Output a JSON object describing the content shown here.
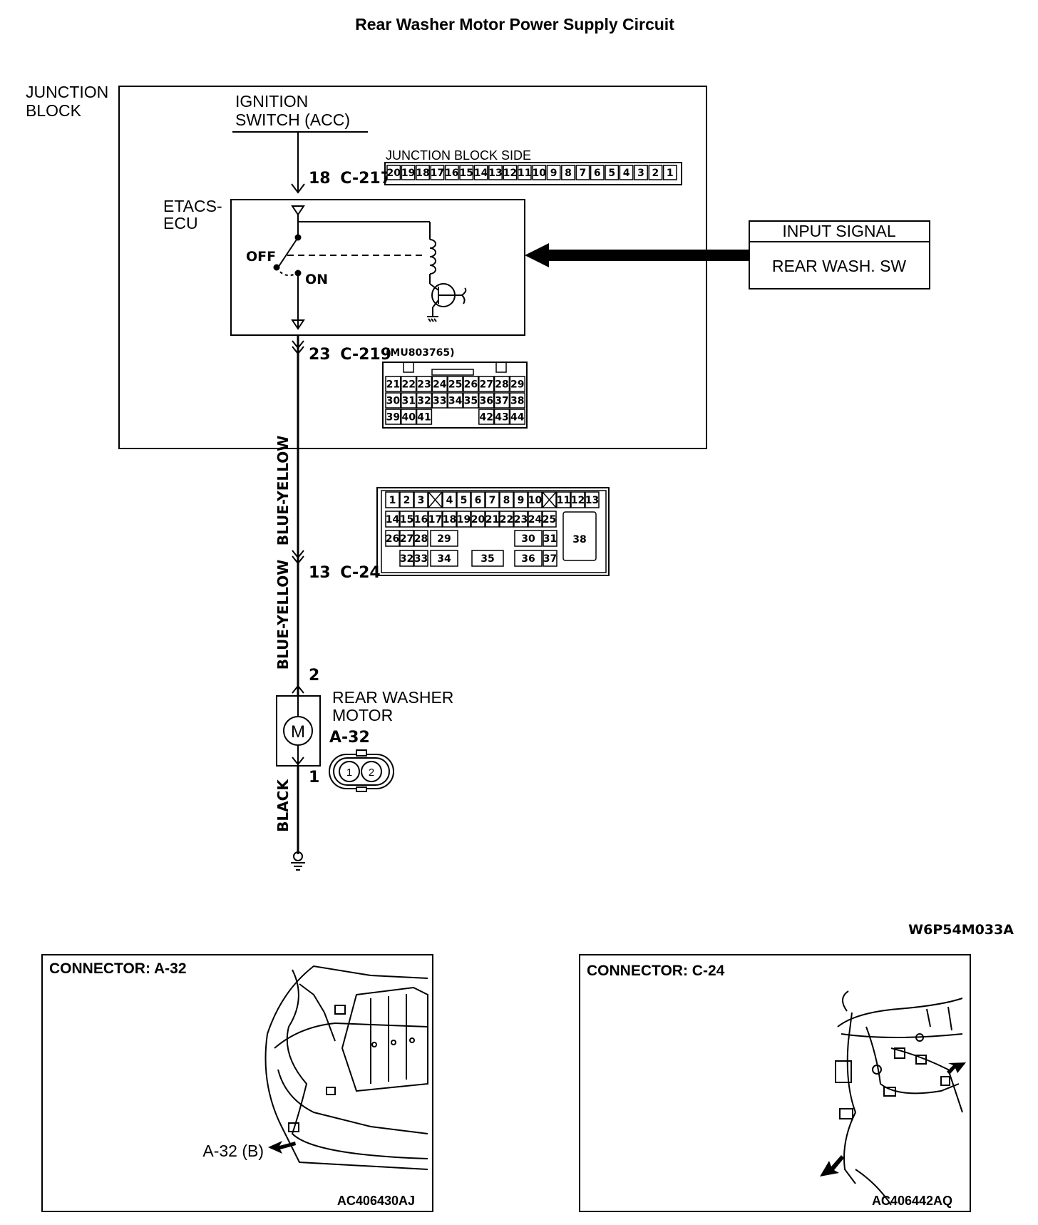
{
  "title": "Rear Washer Motor Power Supply Circuit",
  "junction_block": {
    "line1": "JUNCTION",
    "line2": "BLOCK"
  },
  "ignition": {
    "line1": "IGNITION",
    "line2": "SWITCH (ACC)"
  },
  "jb_side_label": "JUNCTION BLOCK SIDE",
  "c217": {
    "pin": "18",
    "connector": "C-217",
    "cells": [
      "20",
      "19",
      "18",
      "17",
      "16",
      "15",
      "14",
      "13",
      "12",
      "11",
      "10",
      "9",
      "8",
      "7",
      "6",
      "5",
      "4",
      "3",
      "2",
      "1"
    ]
  },
  "etacs": {
    "line1": "ETACS-",
    "line2": "ECU",
    "off": "OFF",
    "on": "ON"
  },
  "input_signal": {
    "header": "INPUT SIGNAL",
    "body": "REAR WASH. SW"
  },
  "c219": {
    "pin": "23",
    "connector": "C-219",
    "part": "(MU803765)",
    "rows": [
      [
        "21",
        "22",
        "23",
        "24",
        "25",
        "26",
        "27",
        "28",
        "29"
      ],
      [
        "30",
        "31",
        "32",
        "33",
        "34",
        "35",
        "36",
        "37",
        "38"
      ],
      [
        "39",
        "40",
        "41",
        "",
        "",
        "",
        "42",
        "43",
        "44"
      ]
    ]
  },
  "wire1": "BLUE-YELLOW",
  "c24": {
    "pin": "13",
    "connector": "C-24",
    "row1": [
      "1",
      "2",
      "3",
      "X",
      "4",
      "5",
      "6",
      "7",
      "8",
      "9",
      "10",
      "X",
      "11",
      "12",
      "13"
    ],
    "row2": [
      "14",
      "15",
      "16",
      "17",
      "18",
      "19",
      "20",
      "21",
      "22",
      "23",
      "24",
      "25"
    ],
    "row3": [
      "26",
      "27",
      "28",
      "29",
      "30",
      "31"
    ],
    "row4": [
      "32",
      "33",
      "34",
      "35",
      "36",
      "37"
    ],
    "big": "38"
  },
  "wire2": "BLUE-YELLOW",
  "motor": {
    "pin_top": "2",
    "line1": "REAR WASHER",
    "line2": "MOTOR",
    "connector": "A-32",
    "symbol": "M",
    "pin_bottom": "1",
    "conn_pins": [
      "1",
      "2"
    ]
  },
  "wire3": "BLACK",
  "diagram_code": "W6P54M033A",
  "panel_a": {
    "title": "CONNECTOR: A-32",
    "callout": "A-32 (B)",
    "code": "AC406430AJ"
  },
  "panel_c": {
    "title": "CONNECTOR: C-24",
    "code": "AC406442AQ"
  }
}
